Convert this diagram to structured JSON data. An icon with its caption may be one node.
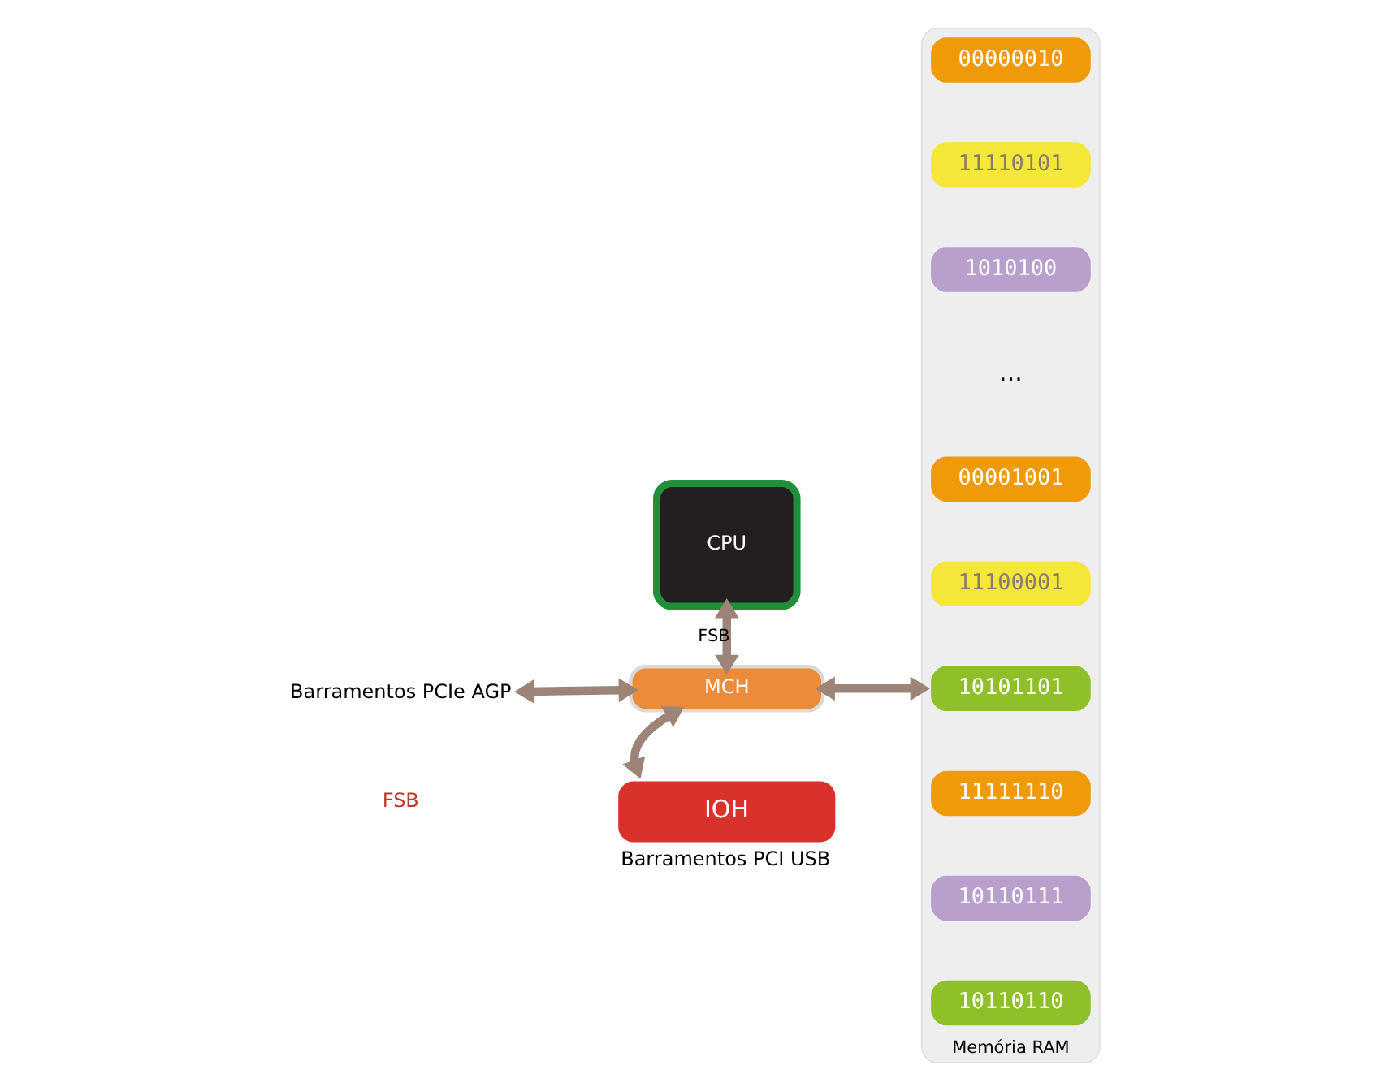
{
  "diagram": {
    "nodes": [
      {
        "text": [
          "CPU"
        ]
      },
      {
        "text": [
          "Barramentos PCIe AGP"
        ]
      },
      {
        "text": [
          "MCH"
        ]
      },
      {
        "text": [
          "Memória RAM"
        ]
      },
      {
        "text": [
          "10110110"
        ],
        "in": 3
      },
      {
        "text": [
          "10110111"
        ],
        "in": 3
      },
      {
        "text": [
          "11111110"
        ],
        "in": 3
      },
      {
        "text": [
          "10101101"
        ],
        "in": 3
      },
      {
        "text": [
          "11100001"
        ],
        "in": 3
      },
      {
        "text": [
          "00001001"
        ],
        "in": 3
      },
      {
        "text": [
          "1010100"
        ],
        "in": 3
      },
      {
        "text": [
          "11110101"
        ],
        "in": 3
      },
      {
        "text": [
          "00000010"
        ],
        "in": 3
      },
      {
        "text": [
          "IOH"
        ],
        "beside": [
          "Barramentos PCI USB"
        ]
      }
    ],
    "edges": [
      {
        "from": 0,
        "to": 2,
        "arrow": "both",
        "label": "FSB"
      },
      {
        "from": 1,
        "to": 2,
        "arrow": "both"
      },
      {
        "from": 2,
        "to": 3,
        "arrow": "both"
      },
      {
        "from": 2,
        "to": 13,
        "arrow": "both"
      }
    ],
    "labels": [
      "...",
      "FSB"
    ]
  }
}
